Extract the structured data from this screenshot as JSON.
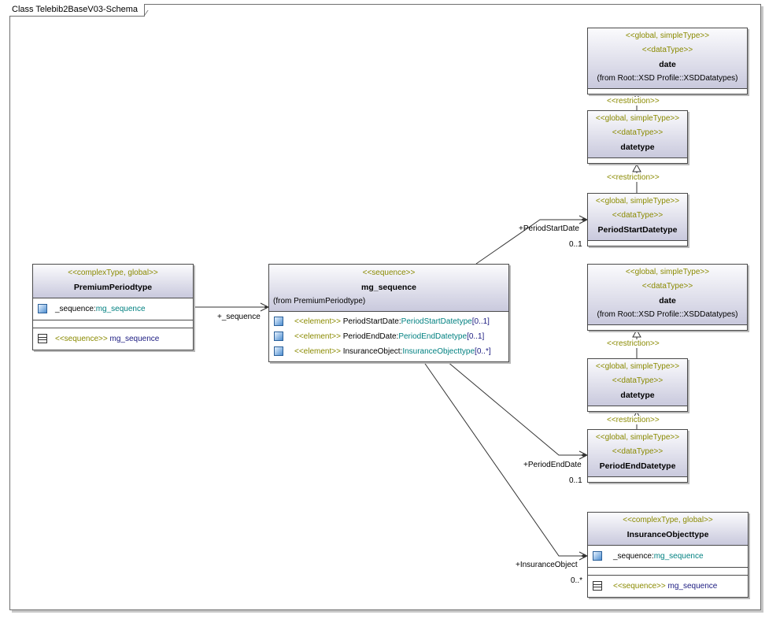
{
  "frame": {
    "title": "Class Telebib2BaseV03-Schema"
  },
  "classes": {
    "premium": {
      "stereotype": "<<complexType, global>>",
      "name": "PremiumPeriodtype",
      "attr_name": "_sequence:",
      "attr_type": "mg_sequence",
      "group_stereo": "<<sequence>>",
      "group_name": "mg_sequence"
    },
    "mgseq": {
      "stereotype": "<<sequence>>",
      "name": "mg_sequence",
      "from": "(from PremiumPeriodtype)",
      "attrs": [
        {
          "stereo": "<<element>>",
          "name": "PeriodStartDate:",
          "type": "PeriodStartDatetype",
          "mult": "[0..1]"
        },
        {
          "stereo": "<<element>>",
          "name": "PeriodEndDate:",
          "type": "PeriodEndDatetype",
          "mult": "[0..1]"
        },
        {
          "stereo": "<<element>>",
          "name": "InsuranceObject:",
          "type": "InsuranceObjecttype",
          "mult": "[0..*]"
        }
      ]
    },
    "date1": {
      "stereotype1": "<<global, simpleType>>",
      "stereotype2": "<<dataType>>",
      "name": "date",
      "from": "(from Root::XSD Profile::XSDDatatypes)"
    },
    "datetype1": {
      "stereotype1": "<<global, simpleType>>",
      "stereotype2": "<<dataType>>",
      "name": "datetype"
    },
    "startdt": {
      "stereotype1": "<<global, simpleType>>",
      "stereotype2": "<<dataType>>",
      "name": "PeriodStartDatetype"
    },
    "date2": {
      "stereotype1": "<<global, simpleType>>",
      "stereotype2": "<<dataType>>",
      "name": "date",
      "from": "(from Root::XSD Profile::XSDDatatypes)"
    },
    "datetype2": {
      "stereotype1": "<<global, simpleType>>",
      "stereotype2": "<<dataType>>",
      "name": "datetype"
    },
    "enddt": {
      "stereotype1": "<<global, simpleType>>",
      "stereotype2": "<<dataType>>",
      "name": "PeriodEndDatetype"
    },
    "insobj": {
      "stereotype": "<<complexType, global>>",
      "name": "InsuranceObjecttype",
      "attr_name": "_sequence:",
      "attr_type": "mg_sequence",
      "group_stereo": "<<sequence>>",
      "group_name": "mg_sequence"
    }
  },
  "connectors": {
    "seq_role": "+_sequence",
    "start_role": "+PeriodStartDate",
    "start_mult": "0..1",
    "end_role": "+PeriodEndDate",
    "end_mult": "0..1",
    "ins_role": "+InsuranceObject",
    "ins_mult": "0..*",
    "restriction": "<<restriction>>"
  }
}
